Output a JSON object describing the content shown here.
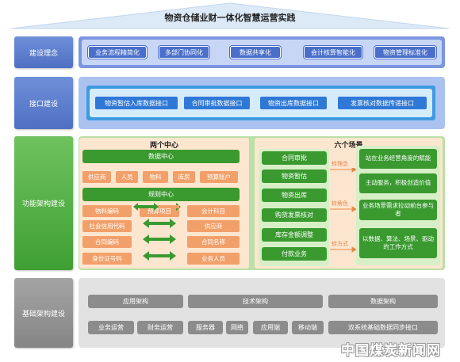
{
  "title": "物资仓储业财一体化智慧运营实践",
  "rows": {
    "concept": {
      "label": "建设理念",
      "items": [
        "业务流程精简化",
        "多部门协同化",
        "数据共享化",
        "会计核算智能化",
        "物资管理标准化"
      ]
    },
    "interface": {
      "label": "接口建设",
      "items": [
        "物资暂估入库数据接口",
        "合同审批数据接口",
        "物资出库数据接口",
        "发票核对数据传递接口"
      ]
    },
    "function": {
      "label": "功能架构建设",
      "two_centers": {
        "title": "两个中心",
        "data_center": "数据中心",
        "data_items": [
          "供应商",
          "人员",
          "物料",
          "库房",
          "预算账户"
        ],
        "rule_center": "规则中心",
        "rule_left": [
          "物料编码",
          "社会信用代码",
          "合同编码",
          "身份证号码"
        ],
        "rule_mid": "预算项目",
        "rule_right": [
          "会计科目",
          "供应商",
          "合同名称",
          "业务人员"
        ]
      },
      "six_scenes": {
        "title": "六个场景",
        "scenes": [
          "合同审批",
          "物资暂估",
          "物资出库",
          "购货发票核对",
          "库存金额调整",
          "付款业务"
        ],
        "connectors": [
          "转理念",
          "转角色",
          "转方式"
        ],
        "results": [
          "站在业务经营角度的赋能",
          "主动服务，积极创造价值",
          "业务场景需求拉动前台参与者",
          "以数据、算法、场景、驱动的工作方式"
        ]
      }
    },
    "base": {
      "label": "基础架构建设",
      "top": [
        "应用架构",
        "技术架构",
        "数据架构"
      ],
      "bottom": [
        "业务运营",
        "财务运营",
        "服务器",
        "网络",
        "应用端",
        "移动端",
        "双系统基础数据同步接口"
      ]
    }
  },
  "watermark": "中国煤炭新闻网",
  "colors": {
    "blue": "#4a6fcb",
    "green": "#3a9a30",
    "orange": "#f2a06a",
    "gray": "#8c8c8c"
  }
}
